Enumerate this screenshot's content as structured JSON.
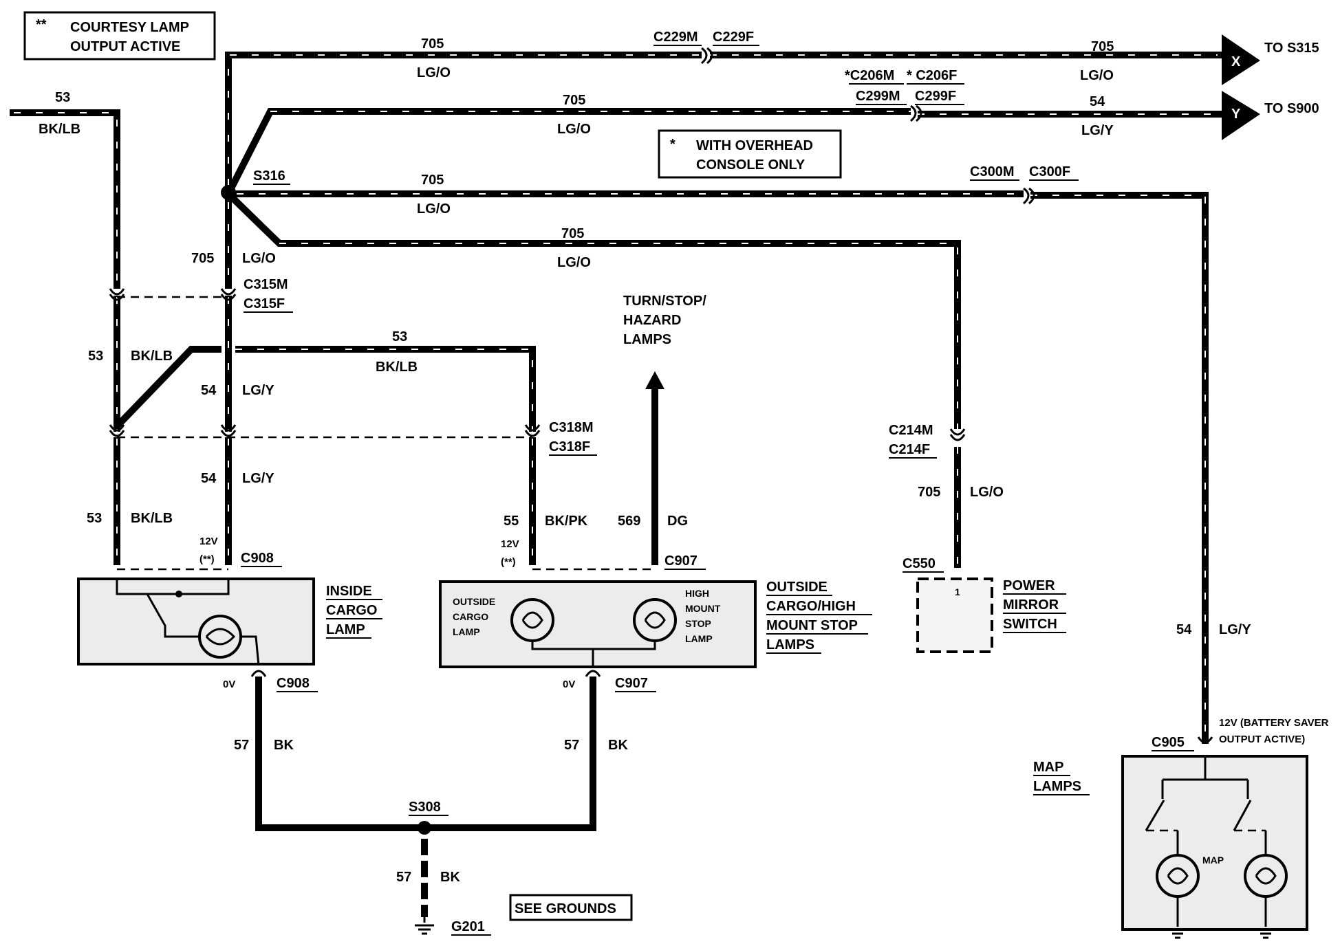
{
  "notes": {
    "courtesy_marker": "**",
    "courtesy_line1": "COURTESY LAMP",
    "courtesy_line2": "OUTPUT ACTIVE",
    "overhead_marker": "*",
    "overhead_line1": "WITH OVERHEAD",
    "overhead_line2": "CONSOLE ONLY"
  },
  "wires": {
    "top_705": "705",
    "top_lgo": "LG/O",
    "top_right_705": "705",
    "top_right_lgo": "LG/O",
    "second_705": "705",
    "second_lgo": "LG/O",
    "second_right_54": "54",
    "second_right_lgy": "LG/Y",
    "third_705": "705",
    "third_lgo": "LG/O",
    "fourth_705": "705",
    "fourth_lgo": "LG/O",
    "left_53": "53",
    "left_bklb": "BK/LB",
    "v705": "705",
    "v_lgo": "LG/O",
    "left_mid_53": "53",
    "left_mid_bklb": "BK/LB",
    "mid_54": "54",
    "mid_lgy": "LG/Y",
    "cross_53": "53",
    "cross_bklb": "BK/LB",
    "low_54": "54",
    "low_lgy": "LG/Y",
    "low_53": "53",
    "low_bklb": "BK/LB",
    "w55": "55",
    "w55_color": "BK/PK",
    "w569": "569",
    "w569_color": "DG",
    "right_705": "705",
    "right_lgo": "LG/O",
    "far_54": "54",
    "far_lgy": "LG/Y",
    "gnd1_57": "57",
    "gnd1_bk": "BK",
    "gnd2_57": "57",
    "gnd2_bk": "BK",
    "gnd3_57": "57",
    "gnd3_bk": "BK"
  },
  "connectors": {
    "c229m": "C229M",
    "c229f": "C229F",
    "c206m": "*C206M",
    "c206f": "* C206F",
    "c299m": "C299M",
    "c299f": "C299F",
    "c300m": "C300M",
    "c300f": "C300F",
    "s316": "S316",
    "c315m": "C315M",
    "c315f": "C315F",
    "c318m": "C318M",
    "c318f": "C318F",
    "c214m": "C214M",
    "c214f": "C214F",
    "c908_top": "C908",
    "c907_top": "C907",
    "c550": "C550",
    "c908_bot": "C908",
    "c907_bot": "C907",
    "c905": "C905",
    "s308": "S308",
    "g201": "G201"
  },
  "destinations": {
    "x_marker": "X",
    "x_label": "TO S315",
    "y_marker": "Y",
    "y_label": "TO S900"
  },
  "voltages": {
    "v12_a": "12V",
    "cl_a": "(**)",
    "v12_b": "12V",
    "cl_b": "(**)",
    "v0_a": "0V",
    "v0_b": "0V",
    "battery_saver_1": "12V (BATTERY SAVER",
    "battery_saver_2": "OUTPUT ACTIVE)"
  },
  "components": {
    "inside_1": "INSIDE",
    "inside_2": "CARGO",
    "inside_3": "LAMP",
    "outside_1": "OUTSIDE",
    "outside_2": "CARGO/HIGH",
    "outside_3": "MOUNT STOP",
    "outside_4": "LAMPS",
    "oc_1": "OUTSIDE",
    "oc_2": "CARGO",
    "oc_3": "LAMP",
    "hm_1": "HIGH",
    "hm_2": "MOUNT",
    "hm_3": "STOP",
    "hm_4": "LAMP",
    "pm_1": "POWER",
    "pm_2": "MIRROR",
    "pm_3": "SWITCH",
    "pm_pin": "1",
    "map_1": "MAP",
    "map_2": "LAMPS",
    "map_inner": "MAP",
    "tsh_1": "TURN/STOP/",
    "tsh_2": "HAZARD",
    "tsh_3": "LAMPS"
  },
  "footer": {
    "see_grounds": "SEE GROUNDS"
  }
}
